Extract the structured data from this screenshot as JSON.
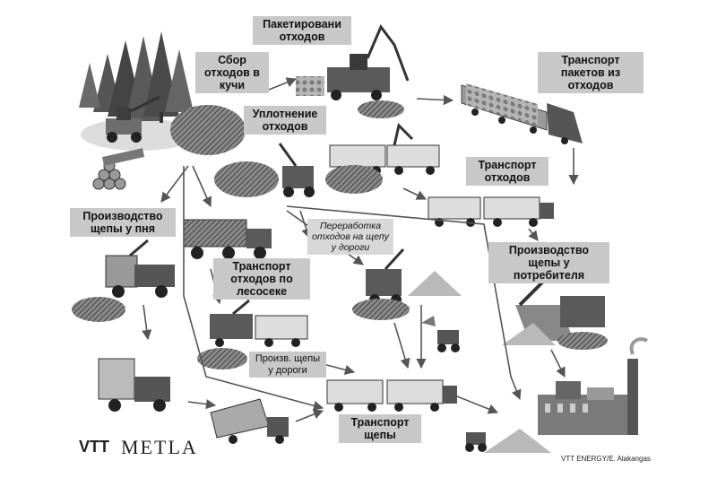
{
  "labels": {
    "sbor": "Сбор отходов в кучи",
    "paket": "Пакетировани отходов",
    "transport_paketov": "Транспорт пакетов из отходов",
    "uplotnenie": "Уплотнение отходов",
    "transport_othodov": "Транспорт отходов",
    "proizv_penya": "Производство щепы у пня",
    "pererabotka": "Переработка отходов на щепу у дороги",
    "transport_lesoseke": "Транспорт отходов по лесосеке",
    "proizv_potrebitelya": "Производство щепы у потребителя",
    "proizv_doroga": "Произв. щепы у дороги",
    "transport_schepy": "Транспорт щепы"
  },
  "logos": {
    "vtt": "VTT",
    "metla": "METLA",
    "credit": "VTT ENERGY/E. Alakangas"
  },
  "icons": [
    "forest-icon",
    "forwarder-icon",
    "log-pile-icon",
    "chipper-icon",
    "truck-icon",
    "power-plant-icon"
  ]
}
